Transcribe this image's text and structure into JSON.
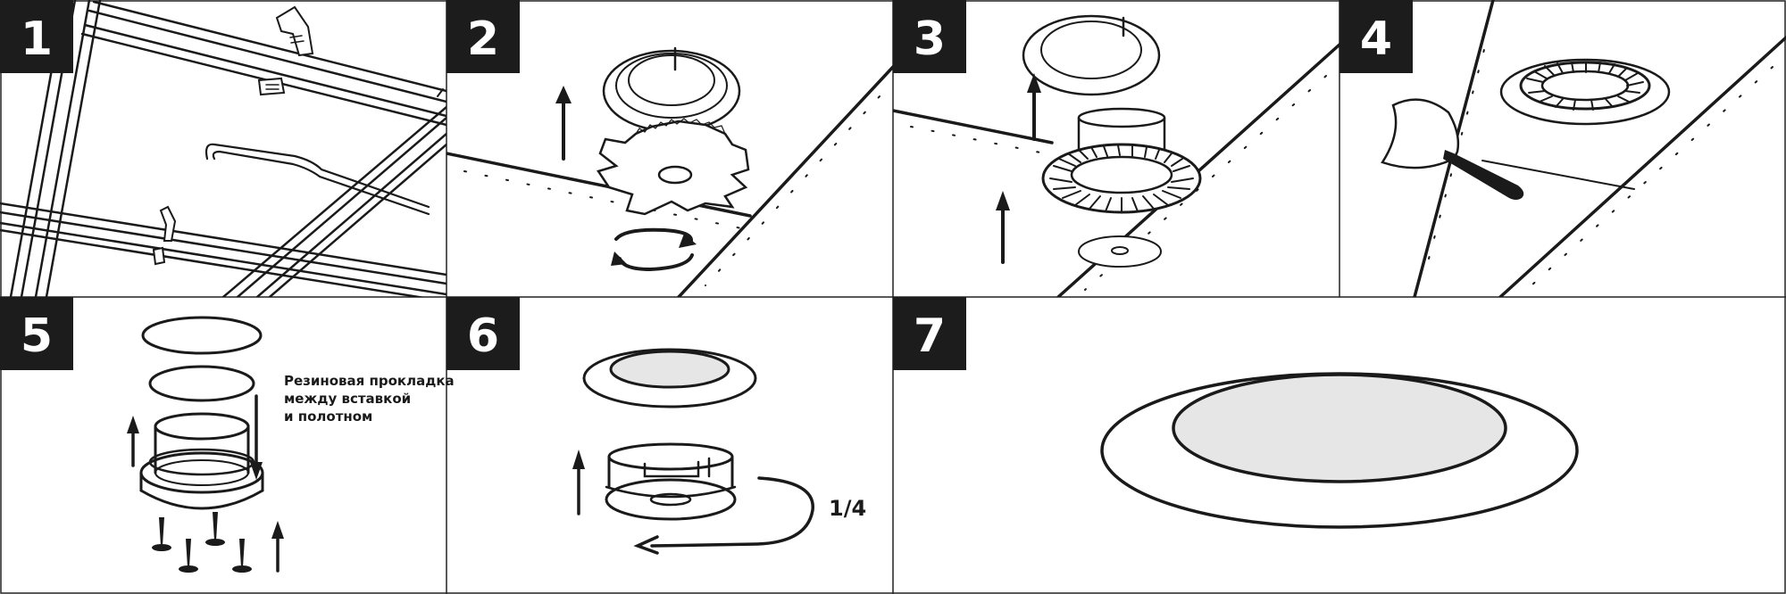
{
  "steps": [
    {
      "number": "1"
    },
    {
      "number": "2"
    },
    {
      "number": "3"
    },
    {
      "number": "4"
    },
    {
      "number": "5"
    },
    {
      "number": "6"
    },
    {
      "number": "7"
    }
  ],
  "gasket_note": {
    "line1": "Резиновая прокладка",
    "line2": "между вставкой",
    "line3": "и полотном"
  },
  "rotation_label": "1/4",
  "colors": {
    "ink": "#1a1a1a",
    "badge": "#1c1c1c",
    "lens": "#e6e6e6",
    "paper": "#ffffff"
  }
}
